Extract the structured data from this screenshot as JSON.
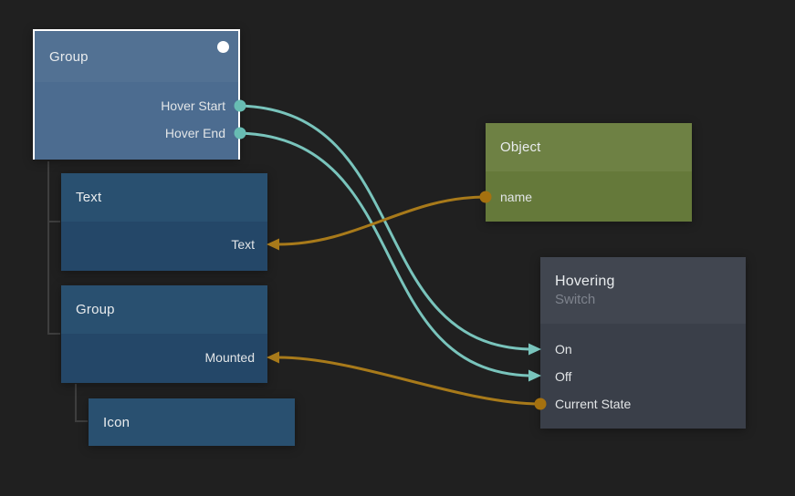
{
  "canvas": {
    "background": "#202020"
  },
  "palette": {
    "signal_wire": "#79c4bc",
    "signal_port": "#68bcb3",
    "data_wire": "#a87a1a",
    "data_port": "#a5710f",
    "selected_border": "#ffffff",
    "tree_line": "#3e3e3e",
    "node_blue_header": "#295070",
    "node_blue_body": "#244768",
    "node_selected_header": "#527193",
    "node_selected_body": "#4c6c90",
    "node_green_header": "#6e8144",
    "node_green_body": "#65793a",
    "node_gray_header": "#414650",
    "node_gray_body": "#3a3f49"
  },
  "nodes": {
    "group1": {
      "title": "Group",
      "selected": true,
      "ports": {
        "hover_start": "Hover Start",
        "hover_end": "Hover End"
      }
    },
    "text1": {
      "title": "Text",
      "ports": {
        "text": "Text"
      }
    },
    "group2": {
      "title": "Group",
      "ports": {
        "mounted": "Mounted"
      }
    },
    "icon1": {
      "title": "Icon"
    },
    "object1": {
      "title": "Object",
      "ports": {
        "name": "name"
      }
    },
    "hovering": {
      "title": "Hovering",
      "subtitle": "Switch",
      "ports": {
        "on": "On",
        "off": "Off",
        "current_state": "Current State"
      }
    }
  },
  "connections": [
    {
      "from": "Group.Hover Start",
      "to": "Hovering.On",
      "kind": "signal"
    },
    {
      "from": "Group.Hover End",
      "to": "Hovering.Off",
      "kind": "signal"
    },
    {
      "from": "Object.name",
      "to": "Text.Text",
      "kind": "data"
    },
    {
      "from": "Hovering.Current State",
      "to": "Group.Mounted",
      "kind": "data"
    }
  ]
}
